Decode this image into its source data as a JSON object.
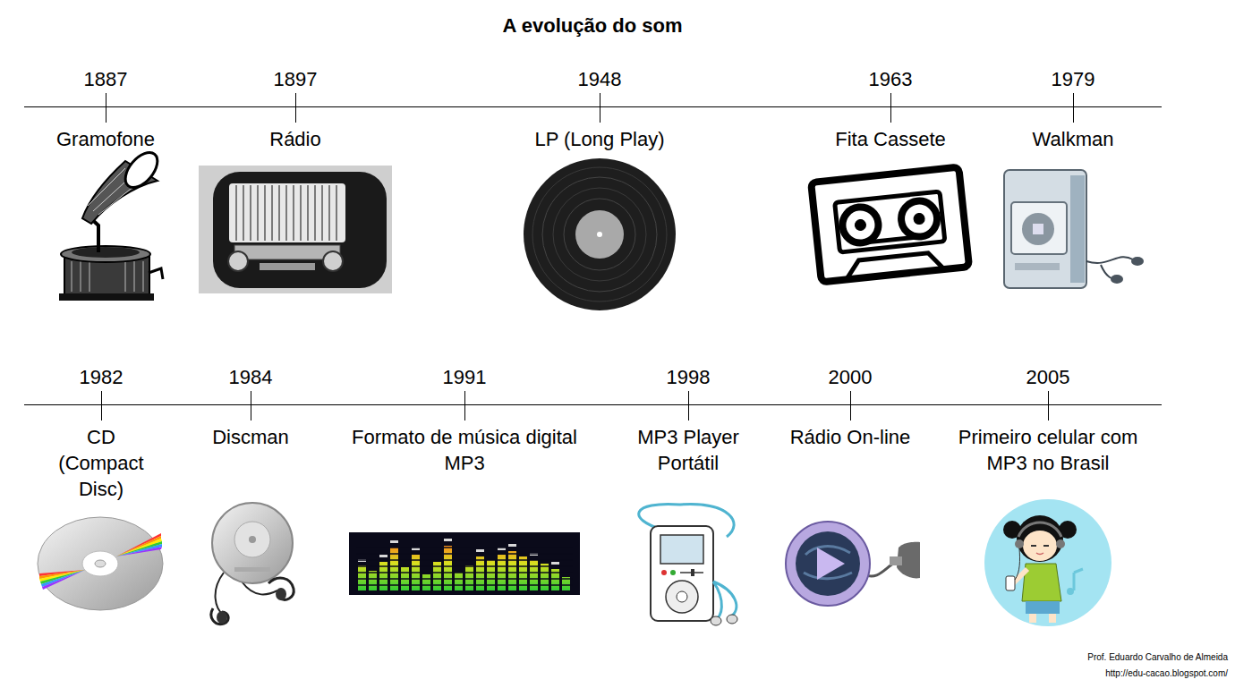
{
  "diagram": {
    "title": "A evolução do som",
    "labels": [
      "1887",
      "Gramofone",
      "1897",
      "Rádio",
      "1948",
      "LP (Long Play)",
      "1963",
      "Fita Cassete",
      "1979",
      "Walkman",
      "1982",
      "CD (Compact Disc)",
      "1984",
      "Discman",
      "1991",
      "Formato de música digital MP3",
      "1998",
      "MP3 Player Portátil",
      "2000",
      "Rádio On-line",
      "2005",
      "Primeiro celular com MP3 no Brasil",
      "Prof. Eduardo Carvalho de Almeida",
      "http://edu-cacao.blogspot.com/"
    ]
  }
}
